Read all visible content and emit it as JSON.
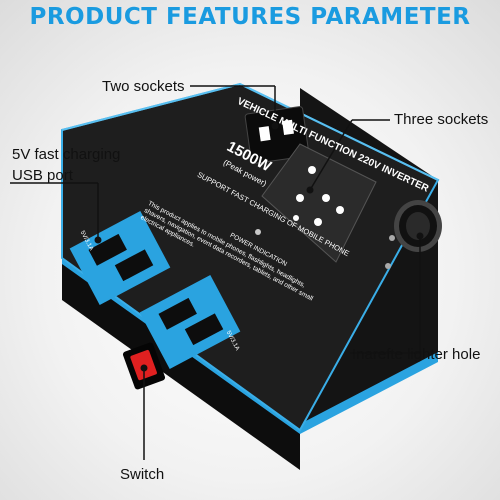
{
  "header": {
    "title": "PRODUCT FEATURES PARAMETER"
  },
  "callouts": {
    "two_sockets": "Two sockets",
    "three_sockets": "Three sockets",
    "usb_port_line1": "5V fast charging",
    "usb_port_line2": "USB port",
    "lighter_hole": "Inarefte lighter hole",
    "switch": "Switch"
  },
  "device": {
    "model": "VEHICLE MULTI FUNCTION 220V INVERTER",
    "power": "1500W",
    "power_sub": "(Peak power)",
    "support": "SUPPORT FAST CHARGING OF MOBILE PHONE",
    "indicator": "POWER INDICATION",
    "description": "This product applies to mobile phones, flashlights, headlights, shavers, navigation, event data recorders, tablets, and other small electrical appliances.",
    "usb_label_top": "5V/3.1A",
    "usb_label_bottom": "5V/3.1A"
  },
  "colors": {
    "accent": "#1a9be0",
    "device_body": "#1b1b1b",
    "edge": "#2aa3e0",
    "switch_red": "#e02020"
  }
}
